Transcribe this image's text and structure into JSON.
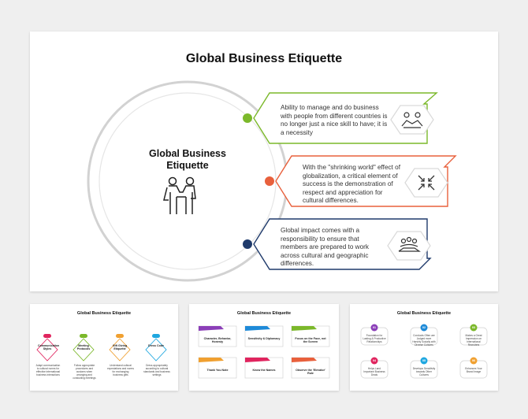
{
  "main": {
    "title": "Global Business Etiquette",
    "center_title_line1": "Global Business",
    "center_title_line2": "Etiquette",
    "center_icon": "handshake-people-icon",
    "callouts": [
      {
        "text": "Ability to manage and do business with people from different countries is no longer just a nice skill to have; it is a necessity",
        "color": "#7bb82a",
        "icon": "handshake-icon"
      },
      {
        "text": "With the \"shrinking world\" effect of globalization, a critical element of success is the demonstration of respect and appreciation for cultural differences.",
        "color": "#e8603c",
        "icon": "arrows-inward-icon"
      },
      {
        "text": "Global impact comes with a responsibility to ensure that members are prepared to work across cultural and geographic differences.",
        "color": "#1f3a6b",
        "icon": "team-hands-icon"
      }
    ]
  },
  "thumb1": {
    "title": "Global Business Etiquette",
    "items": [
      {
        "label": "Communication Styles",
        "color": "#e0245e",
        "desc": "Adapt communication to cultural norms for effective international business interactions"
      },
      {
        "label": "Meeting Protocols",
        "color": "#7bb82a",
        "desc": "Follow appropriate procedures and customs when arranging and conducting meetings"
      },
      {
        "label": "Gift Giving Etiquette",
        "color": "#f0a030",
        "desc": "Understand cultural expectations and norms for exchanging business gifts"
      },
      {
        "label": "Dress Code",
        "color": "#1ea7e0",
        "desc": "Dress appropriately according to cultural standards and business settings"
      }
    ]
  },
  "thumb2": {
    "title": "Global Business Etiquette",
    "cards": [
      {
        "label": "Character, Behavior, Honesty",
        "color": "#8b3fb8"
      },
      {
        "label": "Sensitivity & Diplomacy",
        "color": "#1e8ad8"
      },
      {
        "label": "Focus on the Face, not the Screen",
        "color": "#7bb82a"
      },
      {
        "label": "Thank You Note",
        "color": "#f0a030"
      },
      {
        "label": "Know the Names",
        "color": "#e0245e"
      },
      {
        "label": "Observe the 'Elevator' Rule",
        "color": "#e8603c"
      }
    ]
  },
  "thumb3": {
    "title": "Global Business Etiquette",
    "cards": [
      {
        "num": "01",
        "color": "#8b3fb8",
        "desc": "Foundation for Lasting & Productive Relationships"
      },
      {
        "num": "02",
        "color": "#1e8ad8",
        "desc": "Conducts Often are Judged more Harshly Socially with Diverse Cultures"
      },
      {
        "num": "03",
        "color": "#7bb82a",
        "desc": "Makes a Great Impression on International Recruiters"
      },
      {
        "num": "04",
        "color": "#e0245e",
        "desc": "Helps Land Important Business Deals"
      },
      {
        "num": "05",
        "color": "#1ea7e0",
        "desc": "Develops Sensitivity towards Other Cultures"
      },
      {
        "num": "06",
        "color": "#f0a030",
        "desc": "Enhances Your Brand Image"
      }
    ]
  }
}
